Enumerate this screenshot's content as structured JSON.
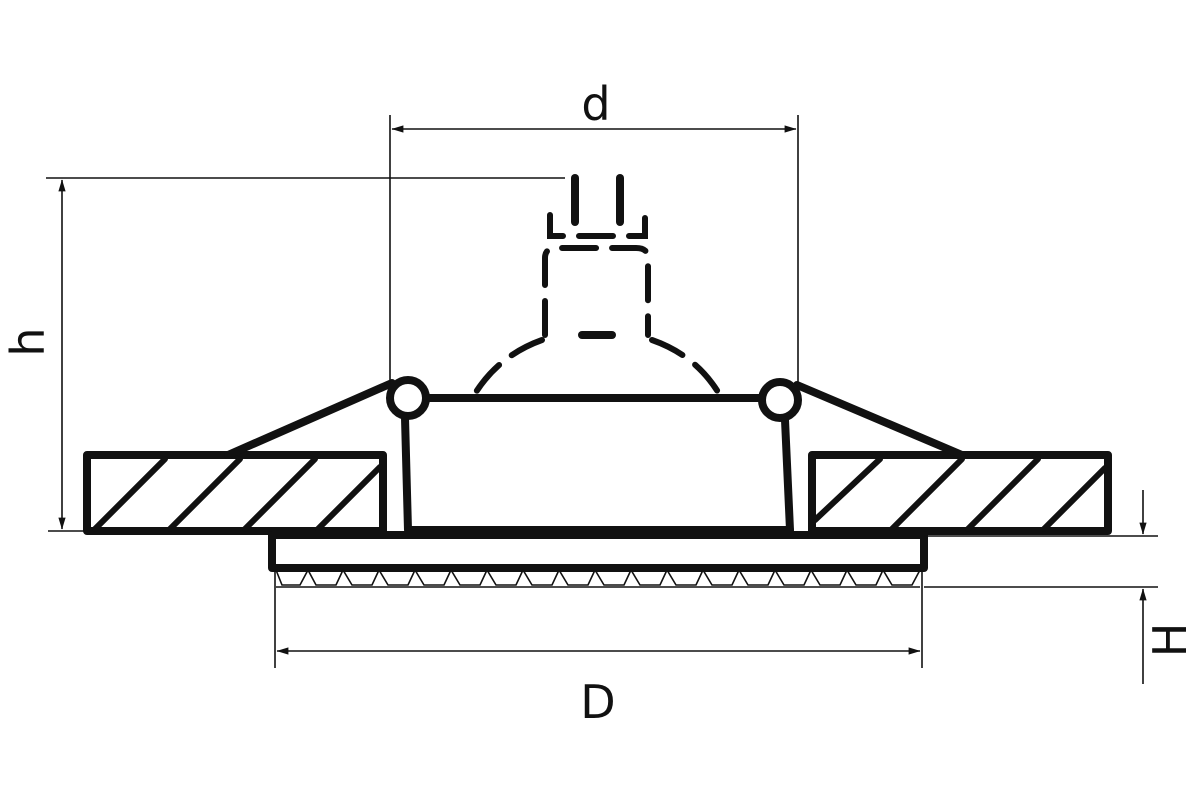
{
  "labels": {
    "d": "d",
    "h": "h",
    "D": "D",
    "H": "H"
  }
}
